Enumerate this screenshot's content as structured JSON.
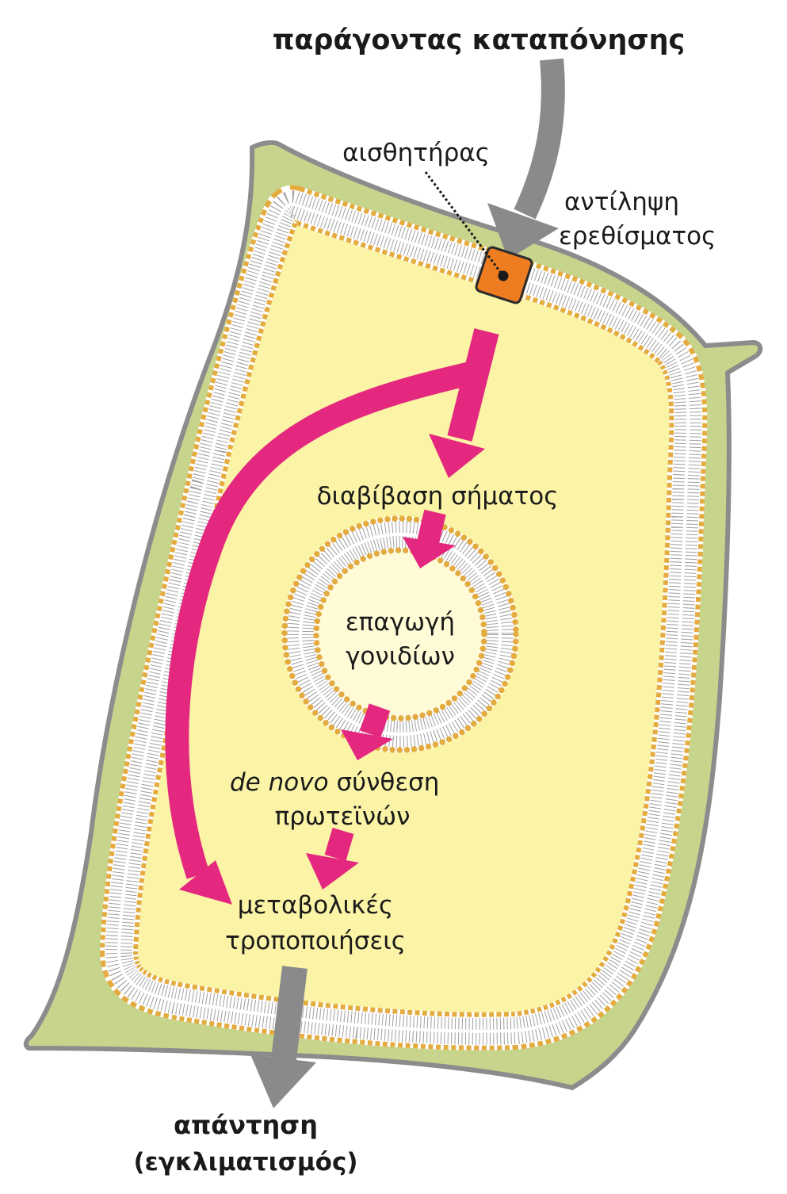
{
  "title": "παράγοντας καταπόνησης",
  "sensor": {
    "label": "αισθητήρας"
  },
  "perception": {
    "line1": "αντίληψη",
    "line2": "ερεθίσματος"
  },
  "signal_transduction": {
    "label": "διαβίβαση σήματος"
  },
  "gene_induction": {
    "line1": "επαγωγή",
    "line2": "γονιδίων"
  },
  "protein_synthesis": {
    "line1_italic": "de novo",
    "line1_rest": "σύνθεση",
    "line2": "πρωτεϊνών"
  },
  "metabolic_changes": {
    "line1": "μεταβολικές",
    "line2": "τροποποιήσεις"
  },
  "response": {
    "line1": "απάντηση",
    "line2": "(εγκλιματισμός)"
  },
  "colors": {
    "cell_wall": "#C6D48C",
    "cell_wall_outline": "#8C8C8C",
    "cytoplasm": "#FBF4A6",
    "nucleoplasm": "#FEFBD6",
    "membrane_heads": "#E4AC40",
    "membrane_tails": "#A0A0A0",
    "membrane_background": "#FFFFFF",
    "signal_arrows": "#E5287F",
    "stress_arrows": "#8A8A8A",
    "sensor": "#EE7D22",
    "sensor_outline": "#2B2B2B",
    "text": "#1A1A1A"
  }
}
